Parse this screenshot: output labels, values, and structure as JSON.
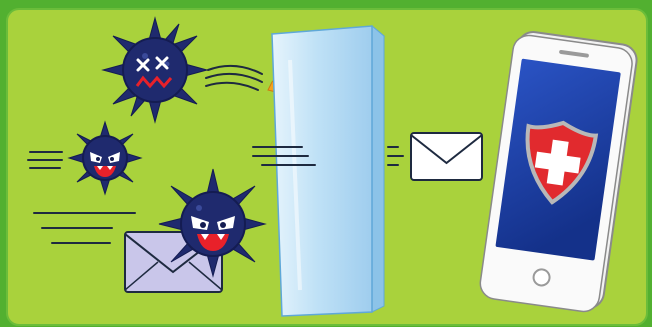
{
  "colors": {
    "outer_border": "#52b030",
    "panel_fill": "#a9d23c",
    "panel_border": "#6bbd3a",
    "virus_body": "#1f2a6e",
    "virus_dark": "#141c52",
    "virus_mouth": "#e8212a",
    "glass_light": "#d9eefa",
    "glass_mid": "#a9d6f2",
    "glass_edge": "#5fa8d8",
    "spark": "#f4a21c",
    "envelope_clean": "#ffffff",
    "envelope_infected": "#c9c6ea",
    "phone_body": "#f2f2f2",
    "phone_screen": "#1d3fa8",
    "shield_red": "#e12a2e",
    "shield_border": "#9a9a9a",
    "speed_lines": "#1e2a40"
  },
  "scene": {
    "viruses": [
      {
        "name": "virus-dizzy",
        "expression": "dizzy"
      },
      {
        "name": "virus-small",
        "expression": "angry"
      },
      {
        "name": "virus-large",
        "expression": "angry"
      }
    ],
    "barrier": "firewall-glass-panel",
    "envelopes": [
      "envelope-infected",
      "envelope-clean"
    ],
    "device": "smartphone",
    "device_icon": "shield-cross-icon"
  }
}
